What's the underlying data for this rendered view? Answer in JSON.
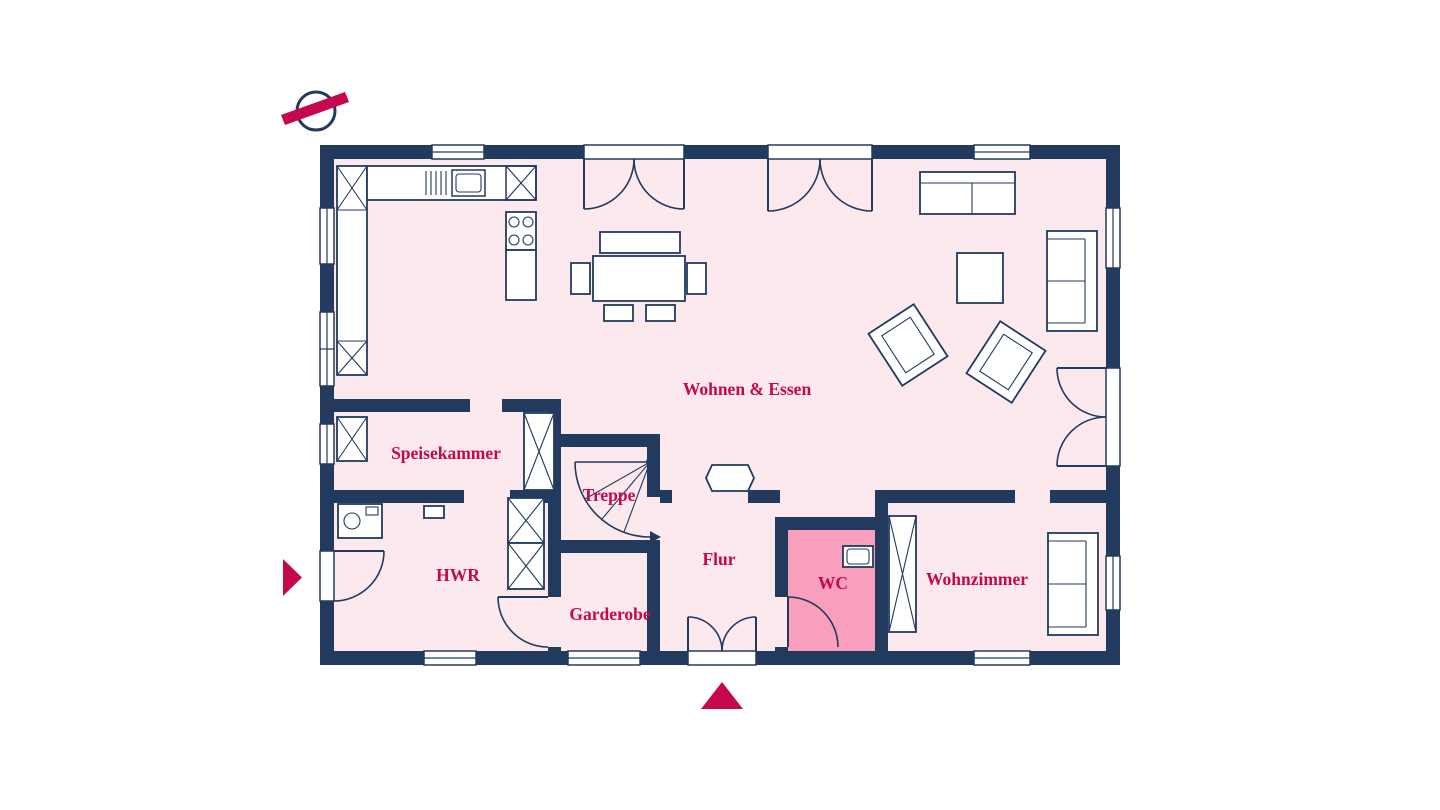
{
  "plan": {
    "rooms": {
      "wohnen_essen": {
        "label": "Wohnen & Essen"
      },
      "speisekammer": {
        "label": "Speisekammer"
      },
      "treppe": {
        "label": "Treppe"
      },
      "hwr": {
        "label": "HWR"
      },
      "garderobe": {
        "label": "Garderobe"
      },
      "flur": {
        "label": "Flur"
      },
      "wc": {
        "label": "WC"
      },
      "wohnzimmer": {
        "label": "Wohnzimmer"
      }
    }
  },
  "colors": {
    "wall": "#223a5e",
    "room_fill": "#fbe9ee",
    "wc_fill": "#f79fbd",
    "accent": "#c5074e",
    "background": "#ffffff"
  },
  "icons": {
    "north_indicator": "compass-north-icon",
    "entrance_marker_left": "triangle-right-icon",
    "entrance_marker_bottom": "triangle-up-icon"
  }
}
